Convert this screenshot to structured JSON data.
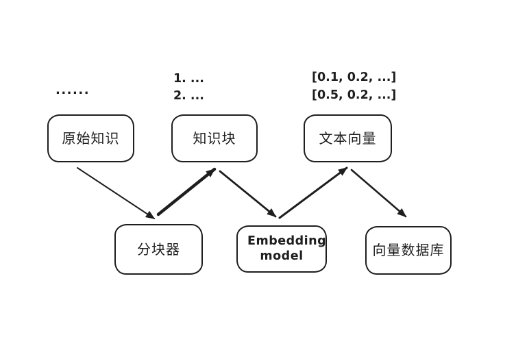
{
  "diagram": {
    "background": "#ffffff",
    "stroke_color": "#1e1e1e",
    "nodes": {
      "raw_knowledge": {
        "label": "原始知识"
      },
      "chunks": {
        "label": "知识块"
      },
      "text_vectors": {
        "label": "文本向量"
      },
      "chunker": {
        "label": "分块器"
      },
      "embedding_model": {
        "label": "Embedding model"
      },
      "vector_db": {
        "label": "向量数据库"
      }
    },
    "annotations": {
      "raw_sample": {
        "line1": "......"
      },
      "chunk_sample": {
        "line1": "1. ...",
        "line2": "2. ..."
      },
      "vector_sample": {
        "line1": "[0.1, 0.2, ...]",
        "line2": "[0.5, 0.2, ...]"
      }
    },
    "edges": [
      {
        "from": "raw_knowledge",
        "to": "chunker"
      },
      {
        "from": "chunker",
        "to": "chunks"
      },
      {
        "from": "chunks",
        "to": "embedding_model"
      },
      {
        "from": "embedding_model",
        "to": "text_vectors"
      },
      {
        "from": "text_vectors",
        "to": "vector_db"
      }
    ]
  }
}
